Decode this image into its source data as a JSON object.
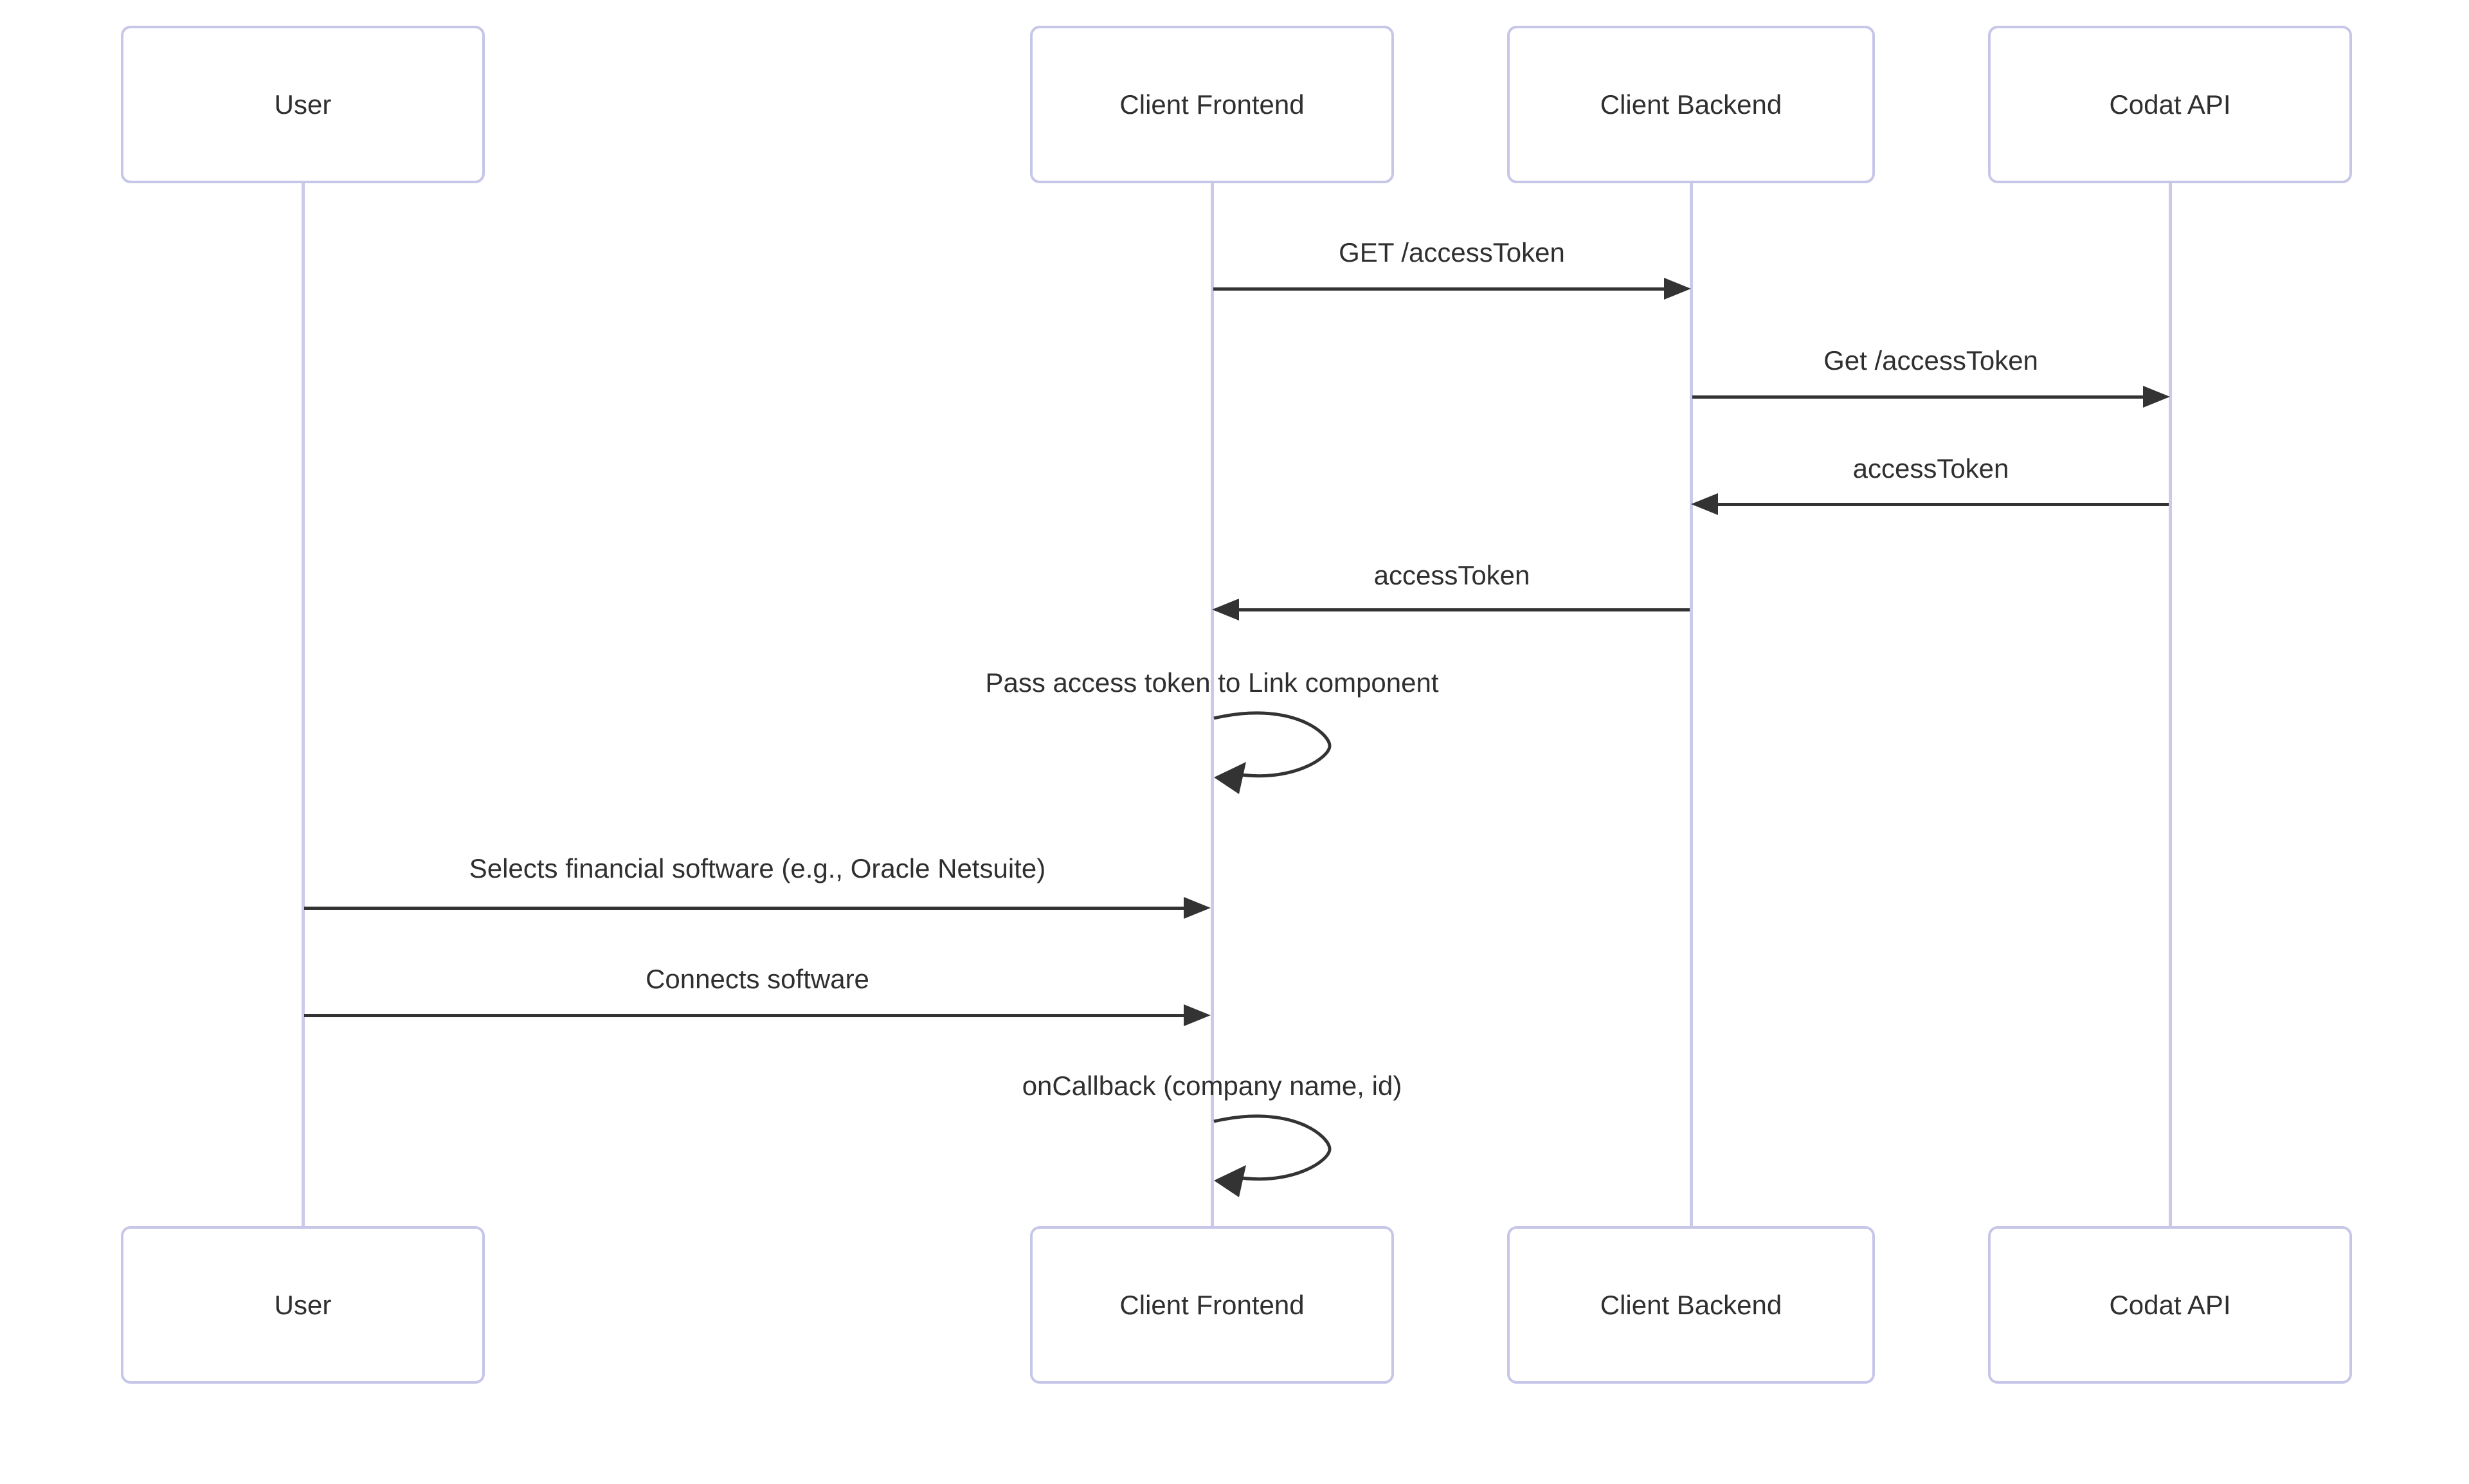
{
  "diagram": {
    "type": "sequence-diagram",
    "actors": [
      {
        "name": "User"
      },
      {
        "name": "Client Frontend"
      },
      {
        "name": "Client Backend"
      },
      {
        "name": "Codat API"
      }
    ],
    "messages": [
      {
        "label": "GET /accessToken",
        "from": "Client Frontend",
        "to": "Client Backend",
        "style": "solid-arrow"
      },
      {
        "label": "Get /accessToken",
        "from": "Client Backend",
        "to": "Codat API",
        "style": "solid-arrow"
      },
      {
        "label": "accessToken",
        "from": "Codat API",
        "to": "Client Backend",
        "style": "solid-arrow"
      },
      {
        "label": "accessToken",
        "from": "Client Backend",
        "to": "Client Frontend",
        "style": "solid-arrow"
      },
      {
        "label": "Pass access token to Link component",
        "from": "Client Frontend",
        "to": "Client Frontend",
        "style": "self-loop"
      },
      {
        "label": "Selects financial software (e.g., Oracle Netsuite)",
        "from": "User",
        "to": "Client Frontend",
        "style": "solid-arrow"
      },
      {
        "label": "Connects software",
        "from": "User",
        "to": "Client Frontend",
        "style": "solid-arrow"
      },
      {
        "label": "onCallback (company name, id)",
        "from": "Client Frontend",
        "to": "Client Frontend",
        "style": "self-loop"
      }
    ],
    "colors": {
      "background": "#ffffff",
      "actor_fill": "#ffffff",
      "actor_border": "#c6c6e8",
      "lifeline": "#cacaeb",
      "arrow": "#333333",
      "text": "#2f2f2f"
    }
  }
}
